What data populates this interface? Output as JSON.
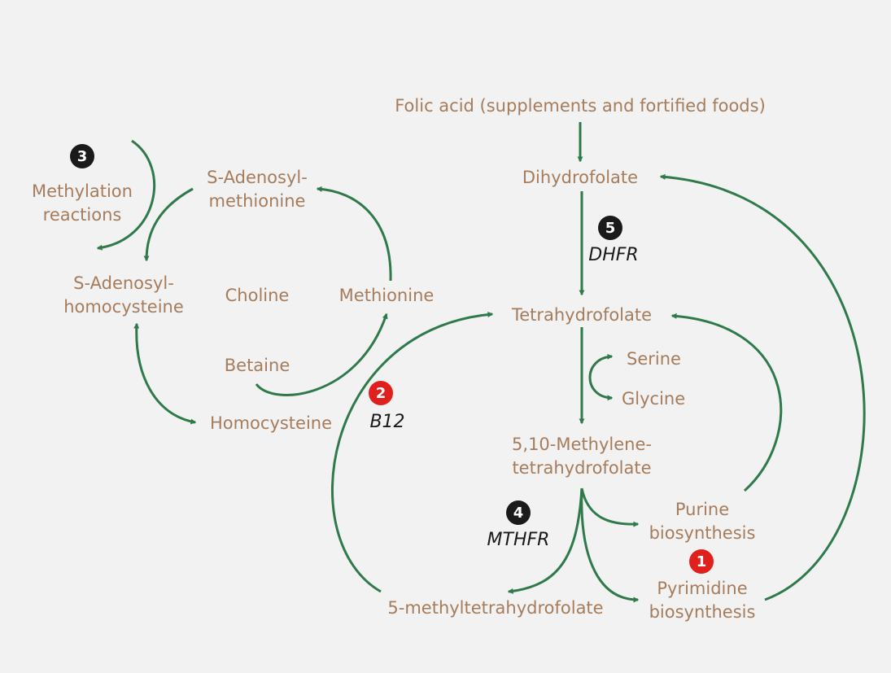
{
  "colors": {
    "background": "#f2f2f2",
    "node_text": "#a67c5b",
    "arrow": "#2f7a4a",
    "badge_dark": "#1a1a1a",
    "badge_red": "#e0201c"
  },
  "nodes": {
    "folic_acid": "Folic acid (supplements and fortified foods)",
    "dihydrofolate": "Dihydrofolate",
    "tetrahydrofolate": "Tetrahydrofolate",
    "serine": "Serine",
    "glycine": "Glycine",
    "methylene_thf": [
      "5,10-Methylene-",
      "tetrahydrofolate"
    ],
    "purine": [
      "Purine",
      "biosynthesis"
    ],
    "pyrimidine": [
      "Pyrimidine",
      "biosynthesis"
    ],
    "methyl_thf": "5-methyltetrahydrofolate",
    "methylation": [
      "Methylation",
      "reactions"
    ],
    "sam": [
      "S-Adenosyl-",
      "methionine"
    ],
    "sah": [
      "S-Adenosyl-",
      "homocysteine"
    ],
    "choline": "Choline",
    "methionine": "Methionine",
    "betaine": "Betaine",
    "homocysteine": "Homocysteine"
  },
  "enzymes": {
    "dhfr": "DHFR",
    "b12": "B12",
    "mthfr": "MTHFR"
  },
  "badges": {
    "b1": "1",
    "b2": "2",
    "b3": "3",
    "b4": "4",
    "b5": "5"
  }
}
